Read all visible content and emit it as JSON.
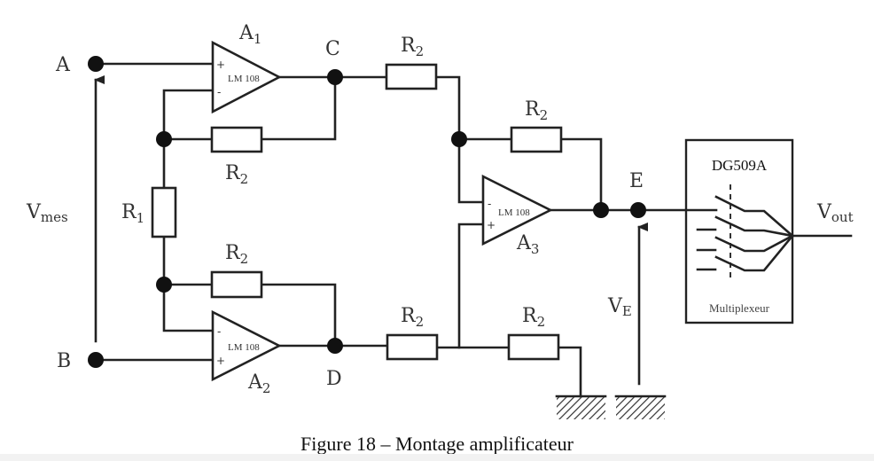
{
  "figure": {
    "caption": "Figure 18 – Montage amplificateur",
    "title": "Montage amplificateur",
    "number": "18"
  },
  "nodes": {
    "A": "A",
    "B": "B",
    "C": "C",
    "D": "D",
    "E": "E"
  },
  "voltages": {
    "vmes_main": "V",
    "vmes_sub": "mes",
    "ve_main": "V",
    "ve_sub": "E",
    "vout_main": "V",
    "vout_sub": "out"
  },
  "opamps": [
    {
      "id": "A",
      "index": "1",
      "model": "LM 108"
    },
    {
      "id": "A",
      "index": "2",
      "model": "LM 108"
    },
    {
      "id": "A",
      "index": "3",
      "model": "LM 108"
    }
  ],
  "resistors": {
    "r1_main": "R",
    "r1_sub": "1",
    "r2_main": "R",
    "r2_sub": "2"
  },
  "pins": {
    "plus": "+",
    "minus": "-"
  },
  "multiplexer": {
    "model": "DG509A",
    "label": "Multiplexeur"
  },
  "colors": {
    "stroke": "#222222",
    "background": "#ffffff"
  }
}
